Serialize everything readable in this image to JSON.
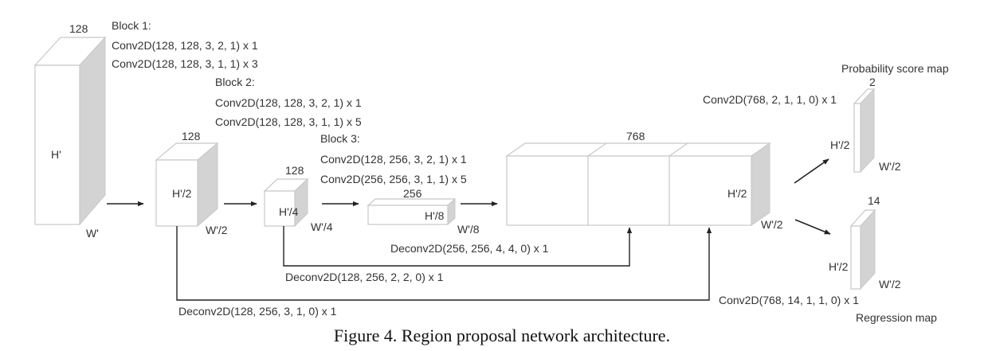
{
  "caption": "Figure 4. Region proposal network architecture.",
  "input_block": {
    "channels": "128",
    "height": "H'",
    "width": "W'"
  },
  "block1": {
    "title": "Block 1:",
    "layers": [
      "Conv2D(128, 128, 3, 2, 1) x 1",
      "Conv2D(128, 128, 3, 1, 1) x 3"
    ],
    "channels": "128",
    "height": "H'/2",
    "width": "W'/2"
  },
  "block2": {
    "title": "Block 2:",
    "layers": [
      "Conv2D(128, 128, 3, 2, 1) x 1",
      "Conv2D(128, 128, 3, 1, 1) x 5"
    ],
    "channels": "128",
    "height": "H'/4",
    "width": "W'/4"
  },
  "block3": {
    "title": "Block 3:",
    "layers": [
      "Conv2D(128, 256, 3, 2, 1) x 1",
      "Conv2D(256, 256, 3, 1, 1) x 5"
    ],
    "channels": "256",
    "height": "H'/8",
    "width": "W'/8"
  },
  "concat": {
    "channels": "768",
    "height": "H'/2",
    "width": "W'/2"
  },
  "deconvs": {
    "d1": "Deconv2D(128, 256, 3, 1, 0) x 1",
    "d2": "Deconv2D(128, 256, 2, 2, 0) x 1",
    "d3": "Deconv2D(256, 256, 4, 4, 0) x 1"
  },
  "prob_head": {
    "title": "Probability score map",
    "conv": "Conv2D(768, 2, 1, 1, 0) x 1",
    "channels": "2",
    "height": "H'/2",
    "width": "W'/2"
  },
  "reg_head": {
    "title": "Regression map",
    "conv": "Conv2D(768, 14, 1, 1, 0) x 1",
    "channels": "14",
    "height": "H'/2",
    "width": "W'/2"
  }
}
